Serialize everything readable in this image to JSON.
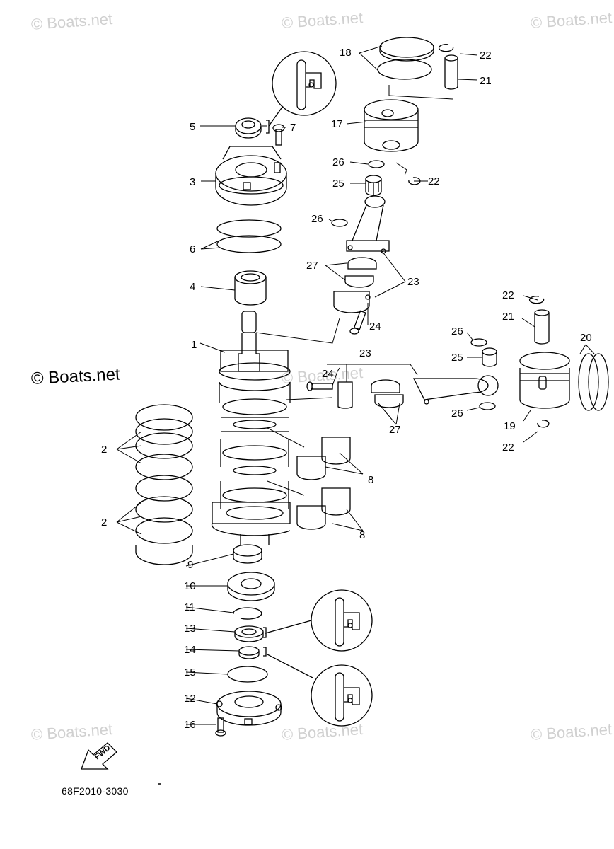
{
  "watermark": "© Boats.net",
  "diagram_code": "68F2010-3030",
  "fwd_label": "FWD",
  "callouts": [
    {
      "id": "c1",
      "text": "1"
    },
    {
      "id": "c2a",
      "text": "2"
    },
    {
      "id": "c2b",
      "text": "2"
    },
    {
      "id": "c3",
      "text": "3"
    },
    {
      "id": "c4",
      "text": "4"
    },
    {
      "id": "c5",
      "text": "5"
    },
    {
      "id": "c6",
      "text": "6"
    },
    {
      "id": "c7",
      "text": "7"
    },
    {
      "id": "c8a",
      "text": "8"
    },
    {
      "id": "c8b",
      "text": "8"
    },
    {
      "id": "c9",
      "text": "9"
    },
    {
      "id": "c10",
      "text": "10"
    },
    {
      "id": "c11",
      "text": "11"
    },
    {
      "id": "c12",
      "text": "12"
    },
    {
      "id": "c13",
      "text": "13"
    },
    {
      "id": "c14",
      "text": "14"
    },
    {
      "id": "c15",
      "text": "15"
    },
    {
      "id": "c16",
      "text": "16"
    },
    {
      "id": "c17",
      "text": "17"
    },
    {
      "id": "c18",
      "text": "18"
    },
    {
      "id": "c19",
      "text": "19"
    },
    {
      "id": "c20",
      "text": "20"
    },
    {
      "id": "c21a",
      "text": "21"
    },
    {
      "id": "c21b",
      "text": "21"
    },
    {
      "id": "c22a",
      "text": "22"
    },
    {
      "id": "c22b",
      "text": "22"
    },
    {
      "id": "c22c",
      "text": "22"
    },
    {
      "id": "c22d",
      "text": "22"
    },
    {
      "id": "c23a",
      "text": "23"
    },
    {
      "id": "c23b",
      "text": "23"
    },
    {
      "id": "c24a",
      "text": "24"
    },
    {
      "id": "c24b",
      "text": "24"
    },
    {
      "id": "c25a",
      "text": "25"
    },
    {
      "id": "c25b",
      "text": "25"
    },
    {
      "id": "c26a",
      "text": "26"
    },
    {
      "id": "c26b",
      "text": "26"
    },
    {
      "id": "c26c",
      "text": "26"
    },
    {
      "id": "c26d",
      "text": "26"
    },
    {
      "id": "c27a",
      "text": "27"
    },
    {
      "id": "c27b",
      "text": "27"
    }
  ]
}
